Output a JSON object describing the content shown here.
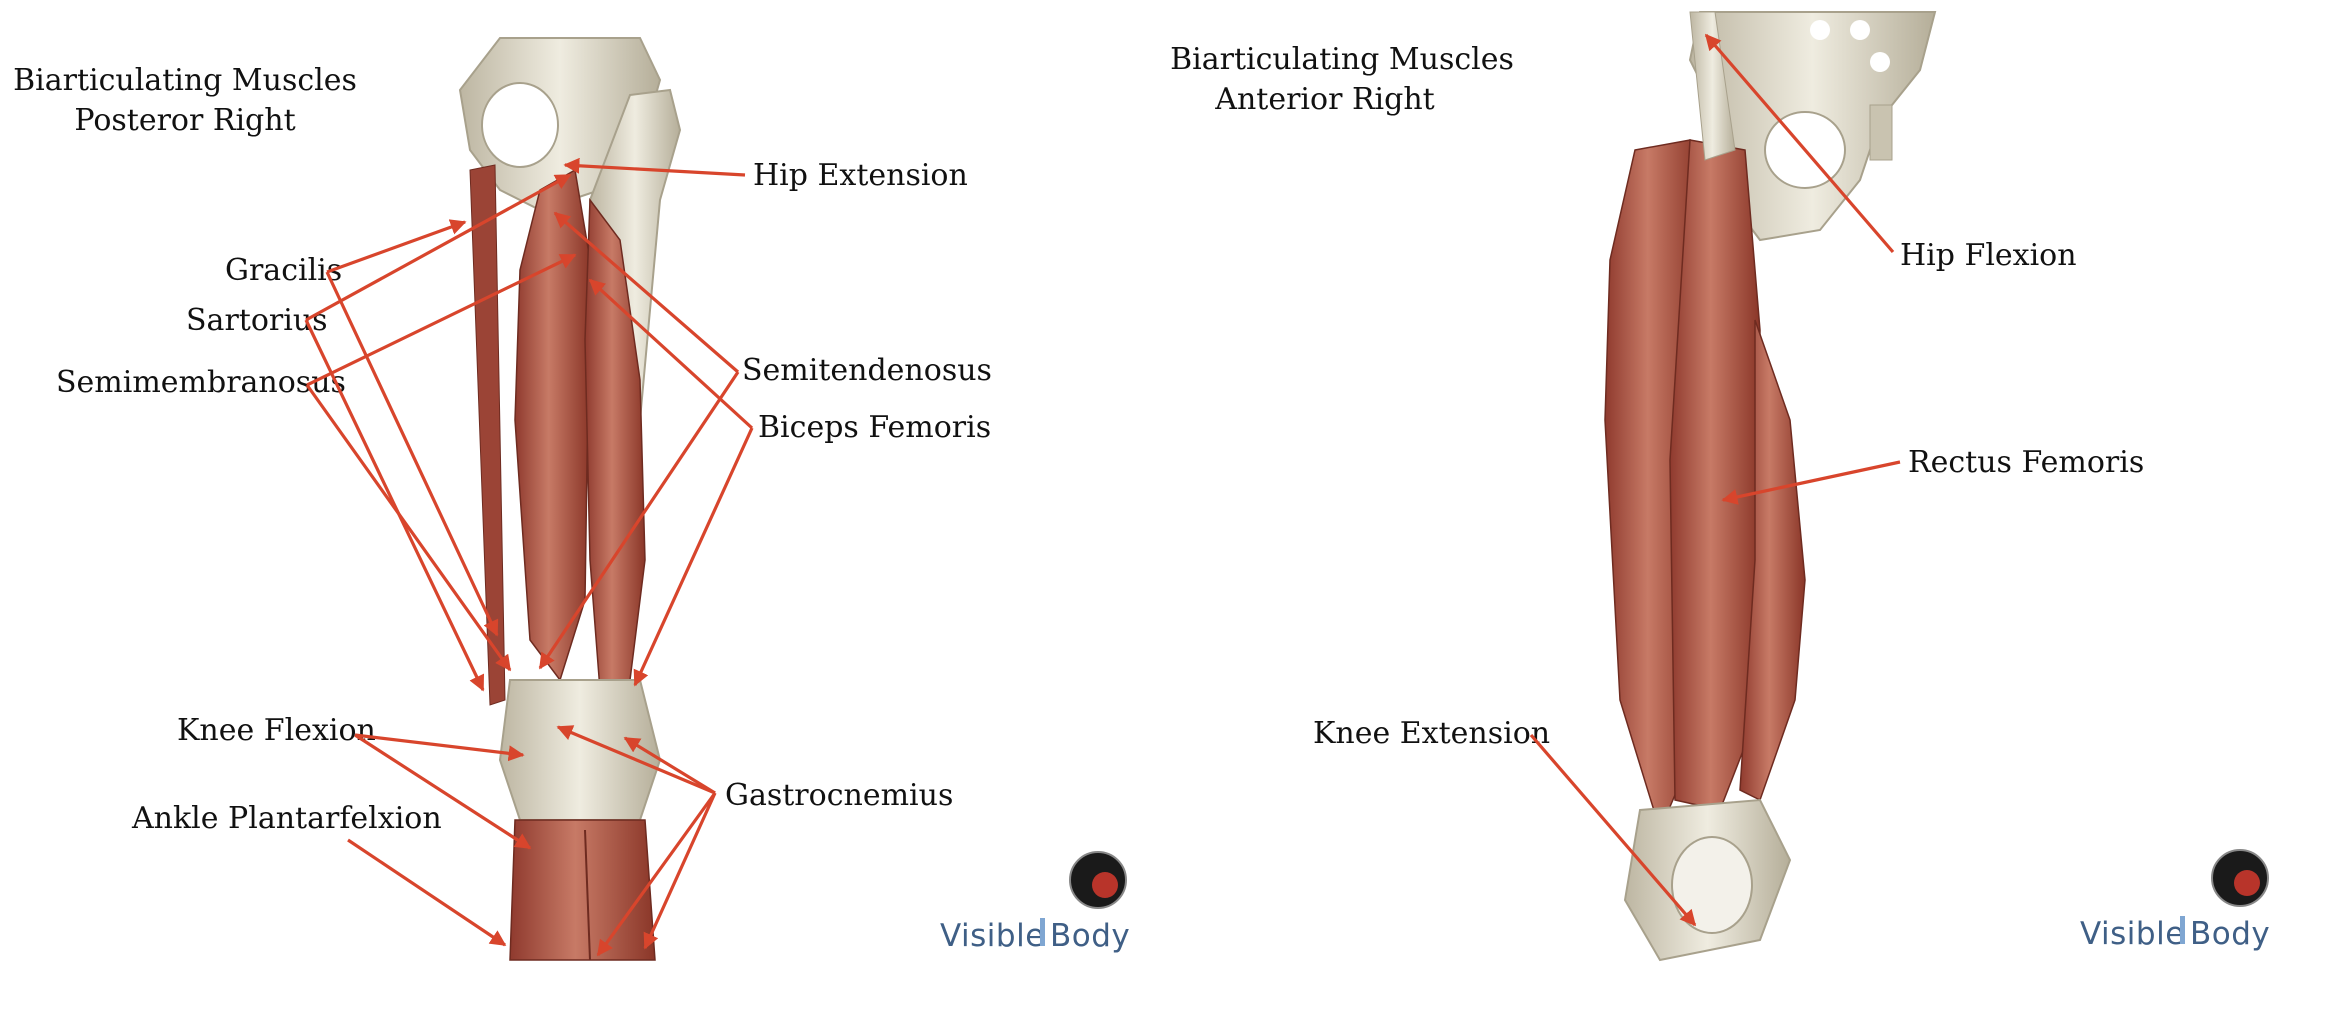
{
  "panels": [
    {
      "title_line1": "Biarticulating Muscles",
      "title_line2": "Posteror Right",
      "labels": {
        "hip_extension": "Hip Extension",
        "gracilis": "Gracilis",
        "sartorius": "Sartorius",
        "semimembranosus": "Semimembranosus",
        "semitendenosus": "Semitendenosus",
        "biceps_femoris": "Biceps Femoris",
        "knee_flexion": "Knee Flexion",
        "ankle_plantarflexion": "Ankle Plantarfelxion",
        "gastrocnemius": "Gastrocnemius"
      },
      "logo": {
        "word1": "Visible",
        "word2": "Body"
      }
    },
    {
      "title_line1": "Biarticulating Muscles",
      "title_line2": "Anterior Right",
      "labels": {
        "hip_flexion": "Hip Flexion",
        "rectus_femoris": "Rectus Femoris",
        "knee_extension": "Knee Extension"
      },
      "logo": {
        "word1": "Visible",
        "word2": "Body"
      }
    }
  ],
  "colors": {
    "arrow": "#d8452c",
    "bone": "#e6e2d2",
    "bone_shadow": "#b9b3a0",
    "muscle": "#a84a3c",
    "muscle_light": "#c9806d",
    "brand": "#3f5f86"
  }
}
